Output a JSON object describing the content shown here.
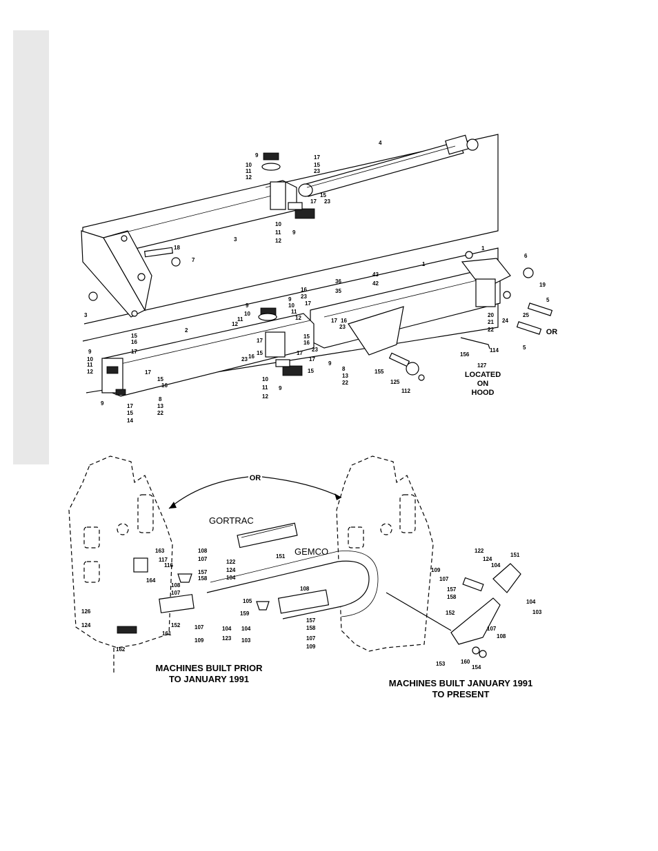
{
  "figure_upper": {
    "callouts": {
      "c4": "4",
      "c9a": "9",
      "c10a": "10",
      "c11a": "11",
      "c12a": "12",
      "c17a": "17",
      "c15a": "15",
      "c23a": "23",
      "c15b": "15",
      "c23b": "23",
      "c17b": "17",
      "c10b": "10",
      "c11b": "11",
      "c12b": "12",
      "c9b": "9",
      "c3a": "3",
      "c18": "18",
      "c7": "7",
      "c3b": "3",
      "c1a": "1",
      "c1b": "1",
      "c6": "6",
      "c19": "19",
      "c5a": "5",
      "c5b": "5",
      "c43": "43",
      "c42": "42",
      "c36": "36",
      "c35": "35",
      "c16a": "16",
      "c23c": "23",
      "c17c": "17",
      "c9c": "9",
      "c10c": "10",
      "c11c": "11",
      "c12c": "12",
      "c9d": "9",
      "c10d": "10",
      "c11d": "11",
      "c12d": "12",
      "c17d": "17",
      "c16b": "16",
      "c23d": "23",
      "c20": "20",
      "c21": "21",
      "c22a": "22",
      "c24": "24",
      "c25": "25",
      "c2": "2",
      "c15c": "15",
      "c16c": "16",
      "c17e": "17",
      "c9e": "9",
      "c10e": "10",
      "c11e": "11",
      "c12e": "12",
      "c17f": "17",
      "c15d": "15",
      "c16d": "16",
      "c23e": "23",
      "c15e": "15",
      "c16e": "16",
      "c17g": "17",
      "c23f": "23",
      "c17h": "17",
      "c9f": "9",
      "c15f": "15",
      "c8a": "8",
      "c13a": "13",
      "c22b": "22",
      "c17i": "17",
      "c15g": "15",
      "c16f": "16",
      "c10f": "10",
      "c11f": "11",
      "c12f": "12",
      "c9g": "9",
      "c9h": "9",
      "c8b": "8",
      "c13b": "13",
      "c22c": "22",
      "c17j": "17",
      "c15h": "15",
      "c14": "14",
      "c155": "155",
      "c125": "125",
      "c112": "112",
      "c156": "156",
      "c114": "114",
      "c127": "127"
    },
    "or_label": "OR",
    "located_on_hood": [
      "LOCATED",
      "ON",
      "HOOD"
    ]
  },
  "figure_lower": {
    "or_label": "OR",
    "gortrac_label": "GORTRAC",
    "gemco_label": "GEMCO",
    "callouts_left": {
      "c163": "163",
      "c117": "117",
      "c116": "116",
      "c164": "164",
      "c108a": "108",
      "c107a": "107",
      "c126": "126",
      "c124": "124",
      "c161": "161",
      "c152": "152",
      "c162": "162",
      "c109a": "109",
      "c107b": "107",
      "c104a": "104",
      "c123": "123",
      "c108b": "108",
      "c107c": "107",
      "c157a": "157",
      "c158a": "158",
      "c151a": "151",
      "c122a": "122",
      "c124b": "124",
      "c104b": "104",
      "c108c": "108",
      "c105": "105",
      "c159": "159",
      "c104c": "104",
      "c103a": "103",
      "c157b": "157",
      "c158b": "158",
      "c107d": "107",
      "c109b": "109"
    },
    "callouts_right": {
      "c122": "122",
      "c124": "124",
      "c104a": "104",
      "c151": "151",
      "c109": "109",
      "c107a": "107",
      "c157": "157",
      "c158": "158",
      "c152": "152",
      "c104b": "104",
      "c103": "103",
      "c107b": "107",
      "c108": "108",
      "c153": "153",
      "c160": "160",
      "c154": "154"
    },
    "caption_left": [
      "MACHINES BUILT PRIOR",
      "TO JANUARY 1991"
    ],
    "caption_right": [
      "MACHINES BUILT JANUARY 1991",
      "TO PRESENT"
    ]
  }
}
